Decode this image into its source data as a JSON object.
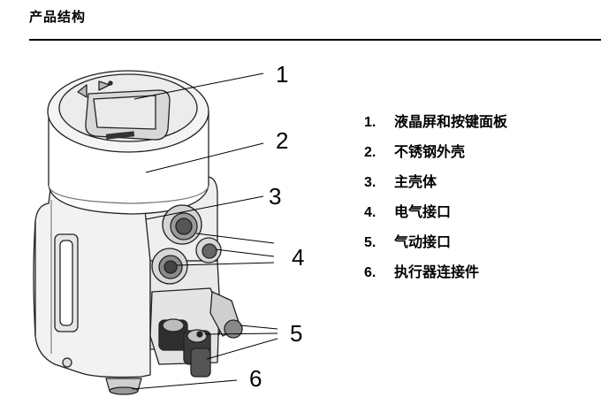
{
  "page": {
    "title": "产品结构"
  },
  "callouts": [
    "1",
    "2",
    "3",
    "4",
    "5",
    "6"
  ],
  "legend": [
    {
      "num": "1.",
      "text": "液晶屏和按键面板"
    },
    {
      "num": "2.",
      "text": "不锈钢外壳"
    },
    {
      "num": "3.",
      "text": "主壳体"
    },
    {
      "num": "4.",
      "text": "电气接口"
    },
    {
      "num": "5.",
      "text": "气动接口"
    },
    {
      "num": "6.",
      "text": "执行器连接件"
    }
  ]
}
